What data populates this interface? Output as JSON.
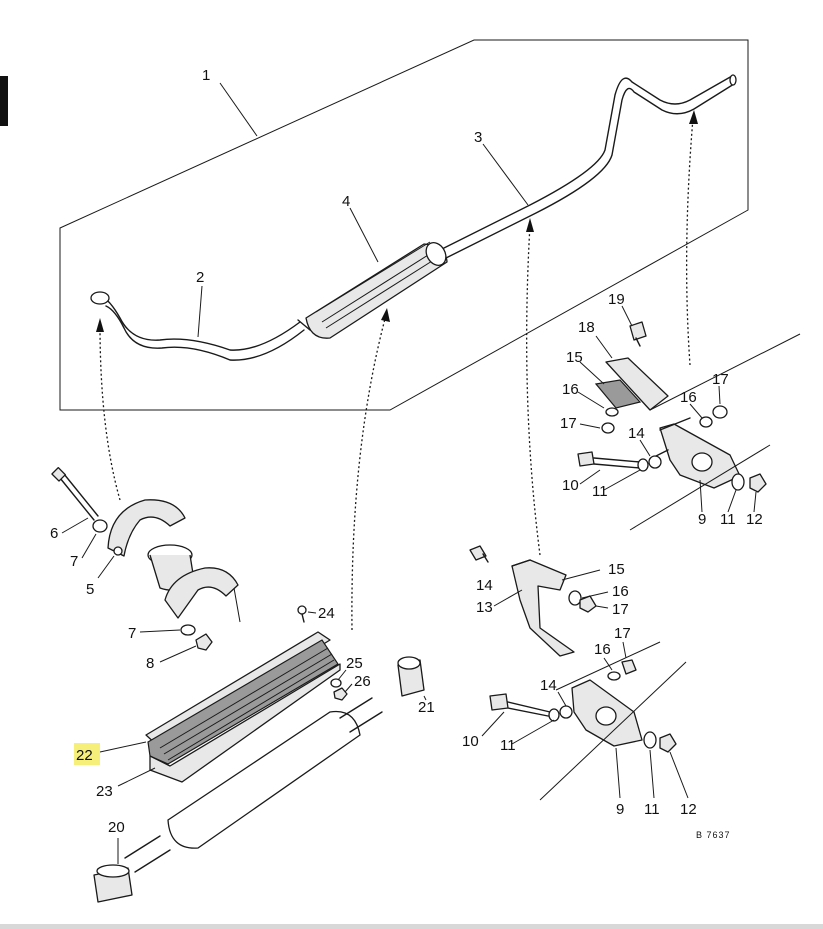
{
  "diagram": {
    "reference": "B 7637",
    "highlight_color": "#f6f07a",
    "labels": [
      {
        "id": "l1",
        "text": "1"
      },
      {
        "id": "l2",
        "text": "2"
      },
      {
        "id": "l3",
        "text": "3"
      },
      {
        "id": "l4",
        "text": "4"
      },
      {
        "id": "l5",
        "text": "5"
      },
      {
        "id": "l6",
        "text": "6"
      },
      {
        "id": "l7a",
        "text": "7"
      },
      {
        "id": "l7b",
        "text": "7"
      },
      {
        "id": "l8",
        "text": "8"
      },
      {
        "id": "l24",
        "text": "24"
      },
      {
        "id": "l25",
        "text": "25"
      },
      {
        "id": "l26",
        "text": "26"
      },
      {
        "id": "l21",
        "text": "21"
      },
      {
        "id": "l22",
        "text": "22",
        "highlighted": true
      },
      {
        "id": "l23",
        "text": "23"
      },
      {
        "id": "l20",
        "text": "20"
      },
      {
        "id": "l19",
        "text": "19"
      },
      {
        "id": "l18",
        "text": "18"
      },
      {
        "id": "l15a",
        "text": "15"
      },
      {
        "id": "l16a",
        "text": "16"
      },
      {
        "id": "l17a",
        "text": "17"
      },
      {
        "id": "l14a",
        "text": "14"
      },
      {
        "id": "l16b",
        "text": "16"
      },
      {
        "id": "l17b",
        "text": "17"
      },
      {
        "id": "l10a",
        "text": "10"
      },
      {
        "id": "l11a",
        "text": "11"
      },
      {
        "id": "l9a",
        "text": "9"
      },
      {
        "id": "l11b",
        "text": "11"
      },
      {
        "id": "l12a",
        "text": "12"
      },
      {
        "id": "l14b",
        "text": "14"
      },
      {
        "id": "l13",
        "text": "13"
      },
      {
        "id": "l15b",
        "text": "15"
      },
      {
        "id": "l16c",
        "text": "16"
      },
      {
        "id": "l17c",
        "text": "17"
      },
      {
        "id": "l17d",
        "text": "17"
      },
      {
        "id": "l16d",
        "text": "16"
      },
      {
        "id": "l14c",
        "text": "14"
      },
      {
        "id": "l10b",
        "text": "10"
      },
      {
        "id": "l11c",
        "text": "11"
      },
      {
        "id": "l9b",
        "text": "9"
      },
      {
        "id": "l11d",
        "text": "11"
      },
      {
        "id": "l12b",
        "text": "12"
      }
    ]
  }
}
